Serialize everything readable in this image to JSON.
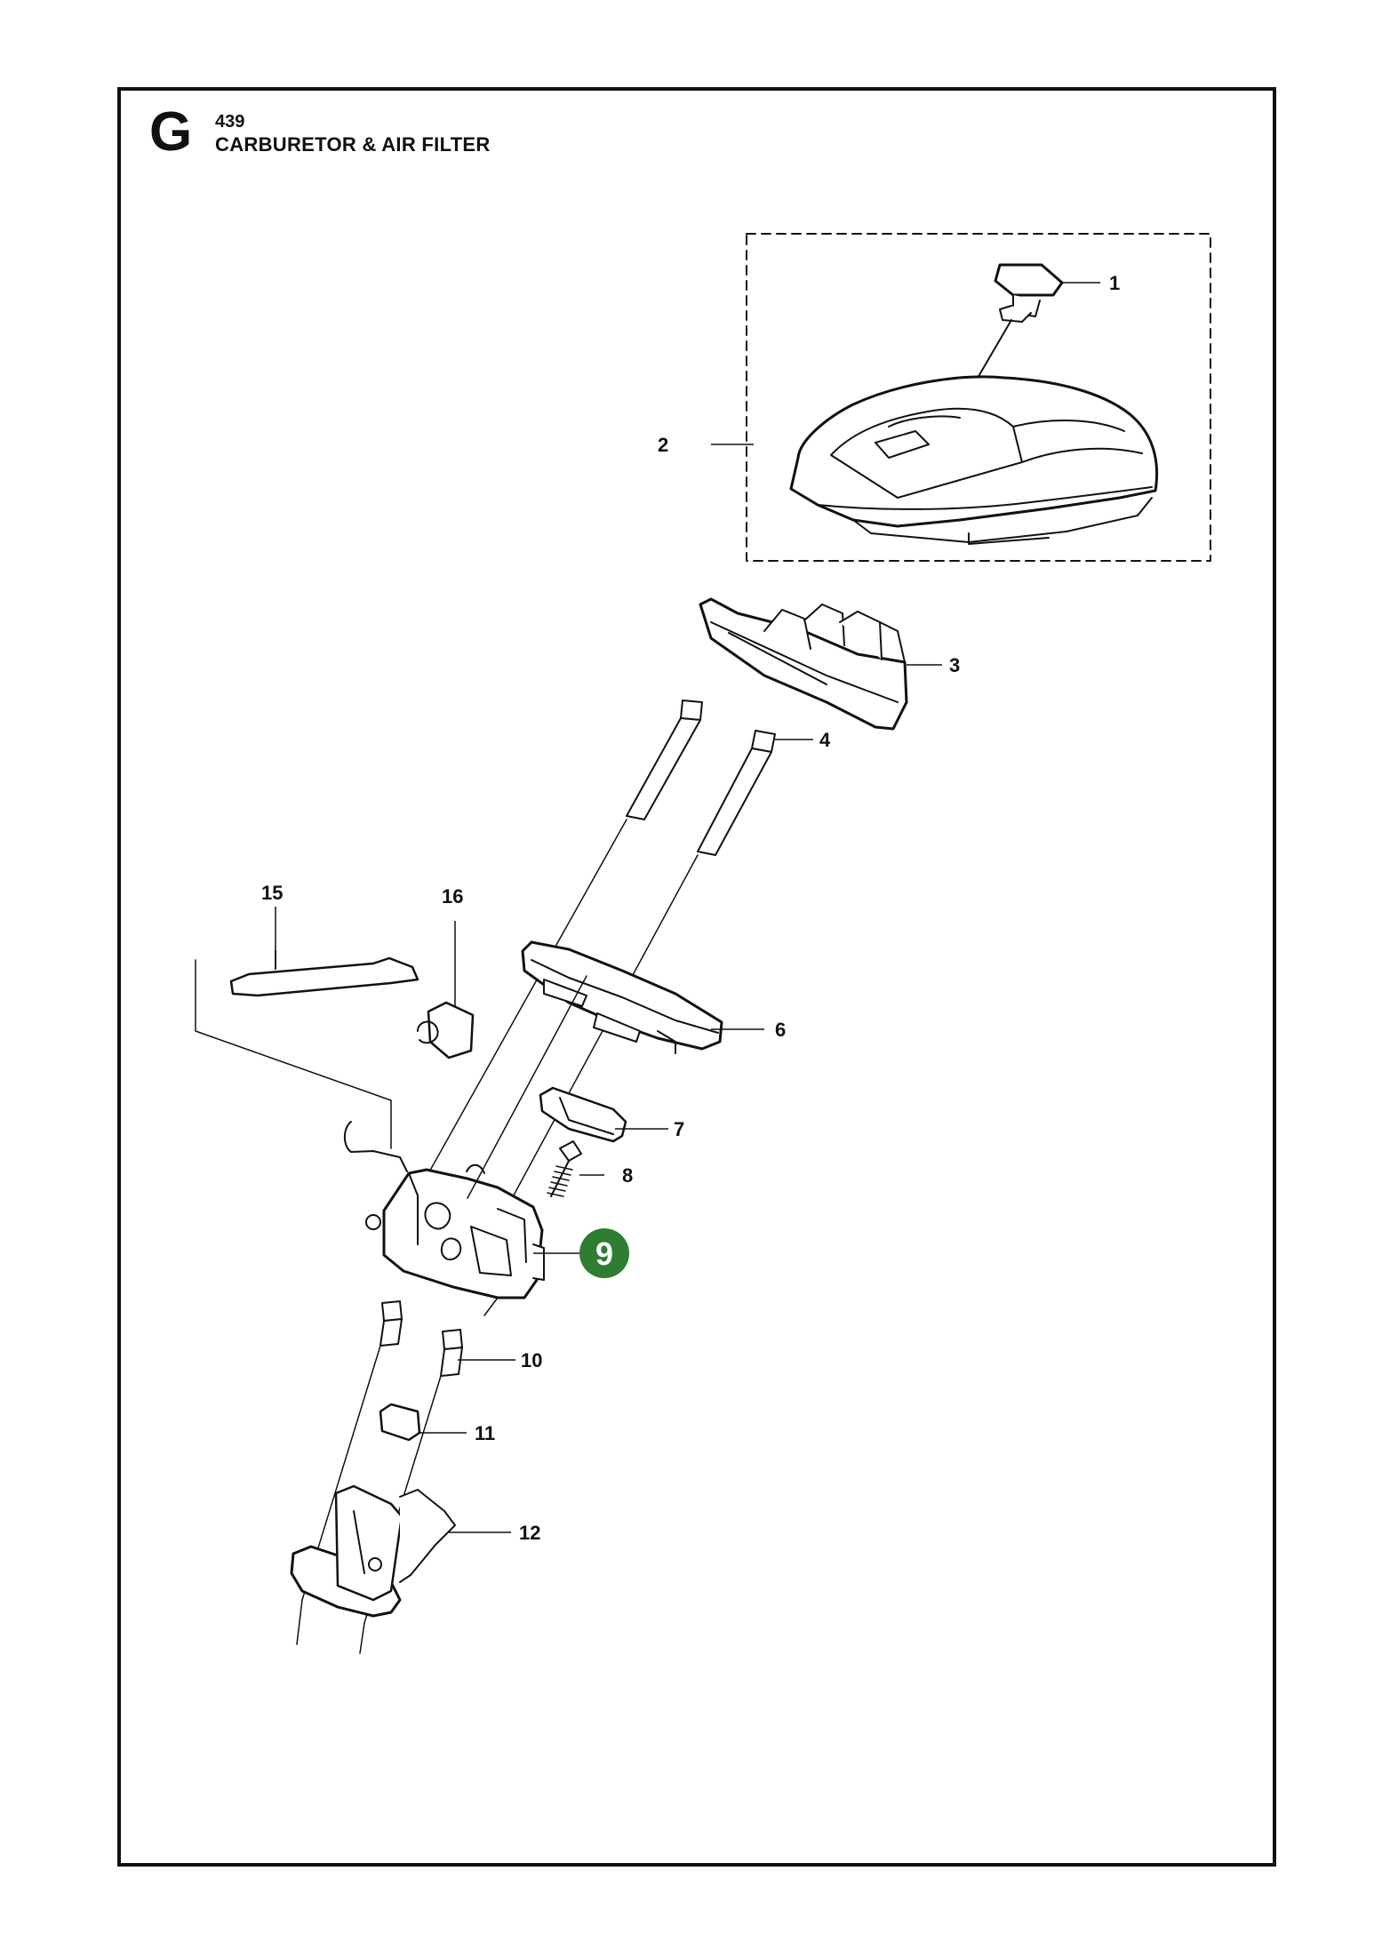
{
  "header": {
    "section_letter": "G",
    "page_number": "439",
    "title": "CARBURETOR & AIR FILTER"
  },
  "callouts": [
    "1",
    "2",
    "3",
    "4",
    "6",
    "7",
    "8",
    "9",
    "10",
    "11",
    "12",
    "15",
    "16"
  ],
  "highlighted_callout": "9",
  "colors": {
    "highlight": "#2e7d32",
    "ink": "#111111"
  }
}
